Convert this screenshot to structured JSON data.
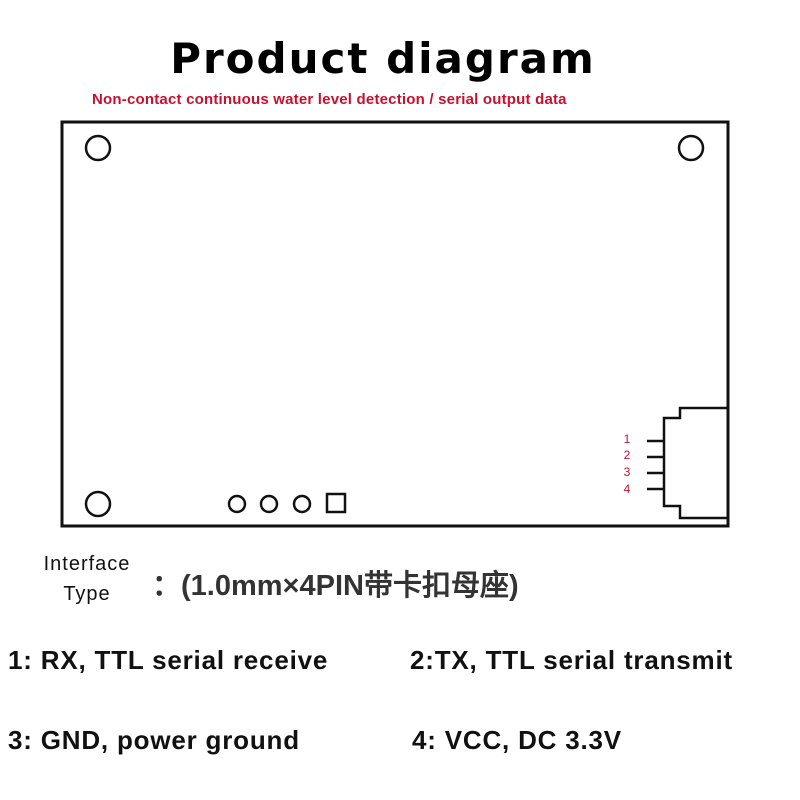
{
  "title": "Product diagram",
  "subtitle": "Non-contact continuous water level detection / serial output data",
  "connector_pins": [
    "1",
    "2",
    "3",
    "4"
  ],
  "interface": {
    "label_line1": "Interface",
    "label_line2": "Type",
    "value": "：(1.0mm×4PIN带卡扣母座)"
  },
  "pin_descriptions": {
    "pin1": "1: RX, TTL serial receive",
    "pin2": "2:TX, TTL serial transmit",
    "pin3": "3: GND, power ground",
    "pin4": "4: VCC, DC 3.3V"
  },
  "colors": {
    "accent_red": "#c8102e",
    "outline": "#111111"
  }
}
